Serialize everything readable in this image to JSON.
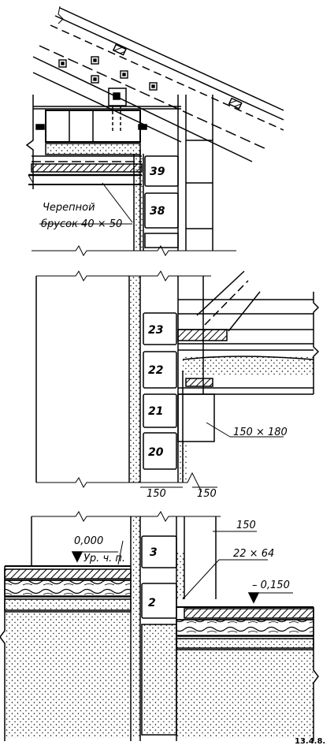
{
  "labels": {
    "course_39": "39",
    "course_38": "38",
    "batten_name_1": "Черепной",
    "batten_name_2": "брусок 40 × 50",
    "course_23": "23",
    "course_22": "22",
    "course_21": "21",
    "course_20": "20",
    "beam_size": "150 × 180",
    "dim_left": "150",
    "dim_right": "150",
    "dim_top_base": "150",
    "board_size": "22 × 64",
    "level_zero": "0,000",
    "level_note": "Ур. ч. п.",
    "level_minus": "– 0,150",
    "course_3": "3",
    "course_2": "2",
    "figure_number": "13.4.8."
  },
  "colors": {
    "ink": "#000000",
    "paper": "#ffffff"
  }
}
